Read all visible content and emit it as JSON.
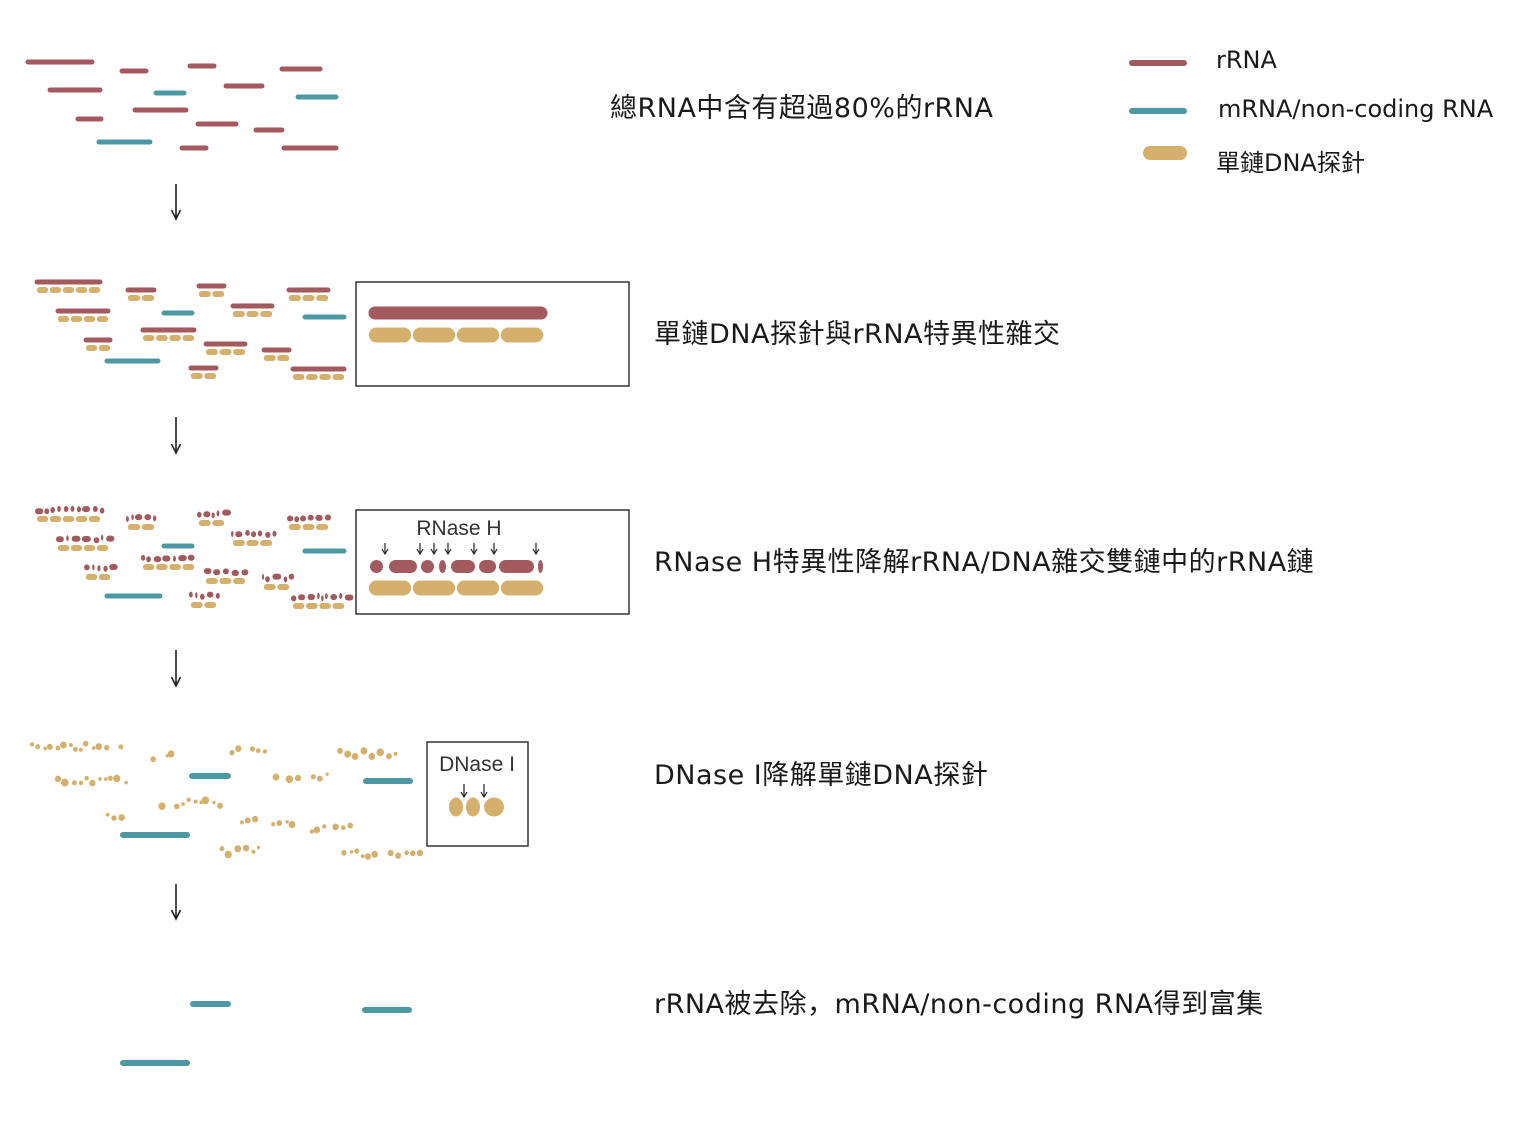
{
  "colors": {
    "rrna": "#a35a5e",
    "mrna": "#4e98a4",
    "probe": "#d4b06c",
    "frame": "#333333",
    "arrow": "#222222"
  },
  "legend": [
    {
      "label": "rRNA",
      "color_key": "rrna"
    },
    {
      "label": "mRNA/non-coding RNA",
      "color_key": "mrna"
    },
    {
      "label": "單鏈DNA探針",
      "color_key": "probe"
    }
  ],
  "steps": [
    {
      "text": "總RNA中含有超過80%的rRNA"
    },
    {
      "text": "單鏈DNA探針與rRNA特異性雜交"
    },
    {
      "text": "RNase H特異性降解rRNA/DNA雜交雙鏈中的rRNA鏈"
    },
    {
      "text": "DNase I降解單鏈DNA探針"
    },
    {
      "text": "rRNA被去除，mRNA/non-coding RNA得到富集"
    }
  ],
  "insets": {
    "rnase": {
      "title": "RNase H"
    },
    "dnase": {
      "title": "DNase I"
    }
  }
}
